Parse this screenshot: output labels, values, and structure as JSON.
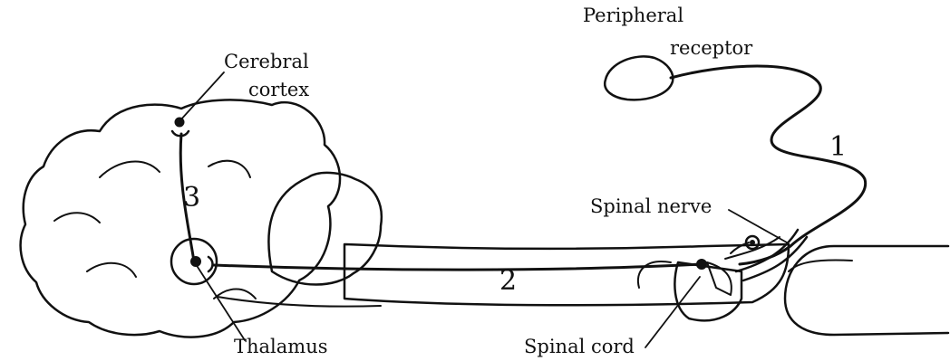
{
  "labels": {
    "peripheral_receptor_line1": "Peripheral",
    "peripheral_receptor_line2": "receptor",
    "cerebral_cortex_line1": "Cerebral",
    "cerebral_cortex_line2": "cortex",
    "spinal_nerve": "Spinal nerve",
    "thalamus": "Thalamus",
    "spinal_cord": "Spinal cord",
    "neuron_1": "1",
    "neuron_2": "2",
    "neuron_3": "3"
  },
  "colors": {
    "ink": "#111111",
    "background": "#ffffff"
  }
}
